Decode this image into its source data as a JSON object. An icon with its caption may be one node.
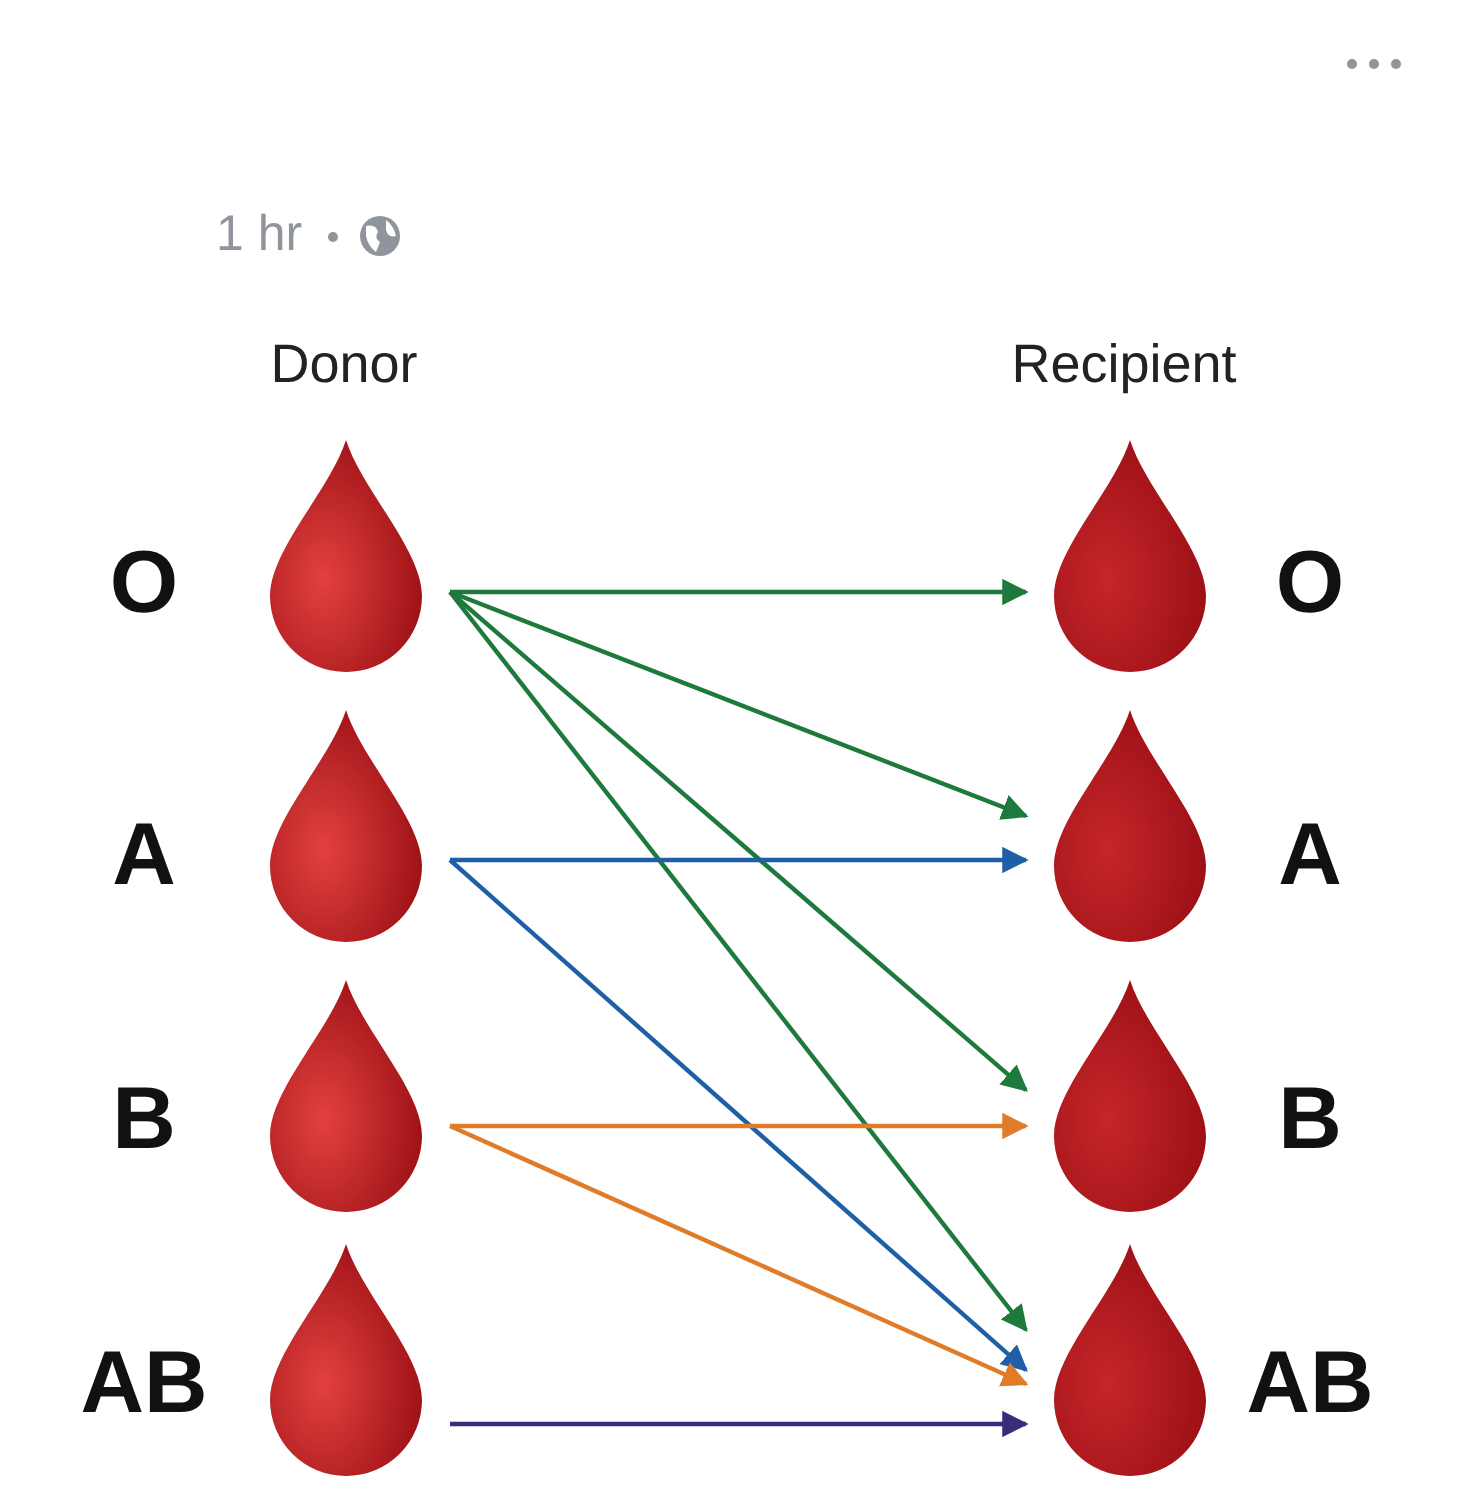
{
  "diagram": {
    "nodes": [
      {
        "text": [],
        "shape": "drop",
        "beside": [
          "O"
        ]
      },
      {
        "text": [],
        "shape": "drop",
        "beside": [
          "A"
        ]
      },
      {
        "text": [],
        "shape": "drop",
        "beside": [
          "B"
        ]
      },
      {
        "text": [],
        "shape": "drop",
        "beside": [
          "AB"
        ]
      },
      {
        "text": [],
        "shape": "drop",
        "beside": [
          "O"
        ]
      },
      {
        "text": [],
        "shape": "drop",
        "beside": [
          "A"
        ]
      },
      {
        "text": [],
        "shape": "drop",
        "beside": [
          "B"
        ]
      },
      {
        "text": [],
        "shape": "drop",
        "beside": [
          "AB"
        ]
      }
    ],
    "edges": [
      {
        "from": 0,
        "to": 4,
        "arrow": "to"
      },
      {
        "from": 0,
        "to": 5,
        "arrow": "to"
      },
      {
        "from": 0,
        "to": 6,
        "arrow": "to"
      },
      {
        "from": 0,
        "to": 7,
        "arrow": "to"
      },
      {
        "from": 1,
        "to": 5,
        "arrow": "to",
        "color": "#1f5fa6"
      },
      {
        "from": 1,
        "to": 7,
        "arrow": "to",
        "color": "#1f5fa6"
      },
      {
        "from": 2,
        "to": 6,
        "arrow": "to",
        "color": "#e07b2a"
      },
      {
        "from": 2,
        "to": 7,
        "arrow": "to",
        "color": "#e07b2a"
      },
      {
        "from": 3,
        "to": 7,
        "arrow": "to",
        "color": "#3c2a7a"
      }
    ],
    "labels": [
      "1 hr",
      "Donor",
      "Recipient"
    ]
  }
}
